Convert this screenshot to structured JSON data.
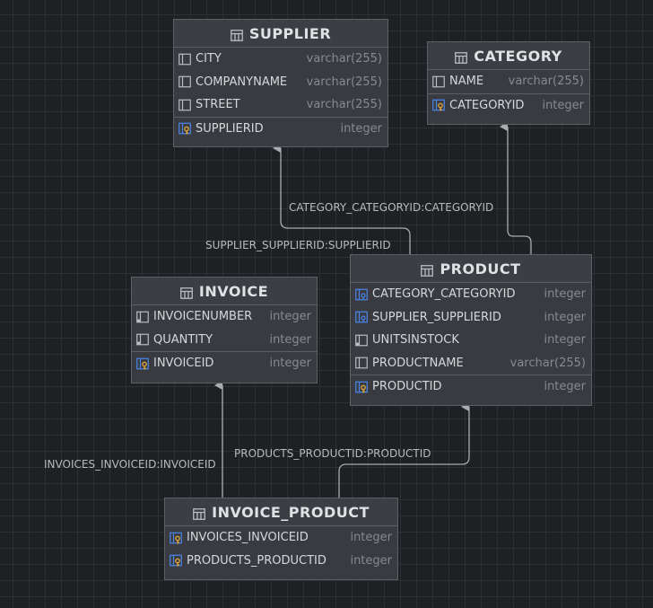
{
  "entities": {
    "supplier": {
      "title": "SUPPLIER",
      "columns": [
        {
          "name": "CITY",
          "type": "varchar(255)",
          "icon": "column-icon"
        },
        {
          "name": "COMPANYNAME",
          "type": "varchar(255)",
          "icon": "column-icon"
        },
        {
          "name": "STREET",
          "type": "varchar(255)",
          "icon": "column-icon"
        }
      ],
      "primary_key": {
        "name": "SUPPLIERID",
        "type": "integer",
        "icon": "primary-key-icon"
      }
    },
    "category": {
      "title": "CATEGORY",
      "columns": [
        {
          "name": "NAME",
          "type": "varchar(255)",
          "icon": "column-icon"
        }
      ],
      "primary_key": {
        "name": "CATEGORYID",
        "type": "integer",
        "icon": "primary-key-icon"
      }
    },
    "invoice": {
      "title": "INVOICE",
      "columns": [
        {
          "name": "INVOICENUMBER",
          "type": "integer",
          "icon": "not-null-column-icon"
        },
        {
          "name": "QUANTITY",
          "type": "integer",
          "icon": "not-null-column-icon"
        }
      ],
      "primary_key": {
        "name": "INVOICEID",
        "type": "integer",
        "icon": "primary-key-icon"
      }
    },
    "product": {
      "title": "PRODUCT",
      "columns": [
        {
          "name": "CATEGORY_CATEGORYID",
          "type": "integer",
          "icon": "foreign-key-icon"
        },
        {
          "name": "SUPPLIER_SUPPLIERID",
          "type": "integer",
          "icon": "foreign-key-icon"
        },
        {
          "name": "UNITSINSTOCK",
          "type": "integer",
          "icon": "not-null-column-icon"
        },
        {
          "name": "PRODUCTNAME",
          "type": "varchar(255)",
          "icon": "column-icon"
        }
      ],
      "primary_key": {
        "name": "PRODUCTID",
        "type": "integer",
        "icon": "primary-key-icon"
      }
    },
    "invoice_product": {
      "title": "INVOICE_PRODUCT",
      "columns": [
        {
          "name": "INVOICES_INVOICEID",
          "type": "integer",
          "icon": "primary-key-icon"
        },
        {
          "name": "PRODUCTS_PRODUCTID",
          "type": "integer",
          "icon": "primary-key-icon"
        }
      ]
    }
  },
  "relations": {
    "product_category": "CATEGORY_CATEGORYID:CATEGORYID",
    "product_supplier": "SUPPLIER_SUPPLIERID:SUPPLIERID",
    "invoice_product_invoice": "INVOICES_INVOICEID:INVOICEID",
    "invoice_product_product": "PRODUCTS_PRODUCTID:PRODUCTID"
  },
  "colors": {
    "background": "#1f2023",
    "entity_fill": "#393b40",
    "entity_border": "#5c5f65",
    "edge": "#a9abaf",
    "key_blue": "#4a86e8",
    "key_gold": "#d9a23b"
  }
}
